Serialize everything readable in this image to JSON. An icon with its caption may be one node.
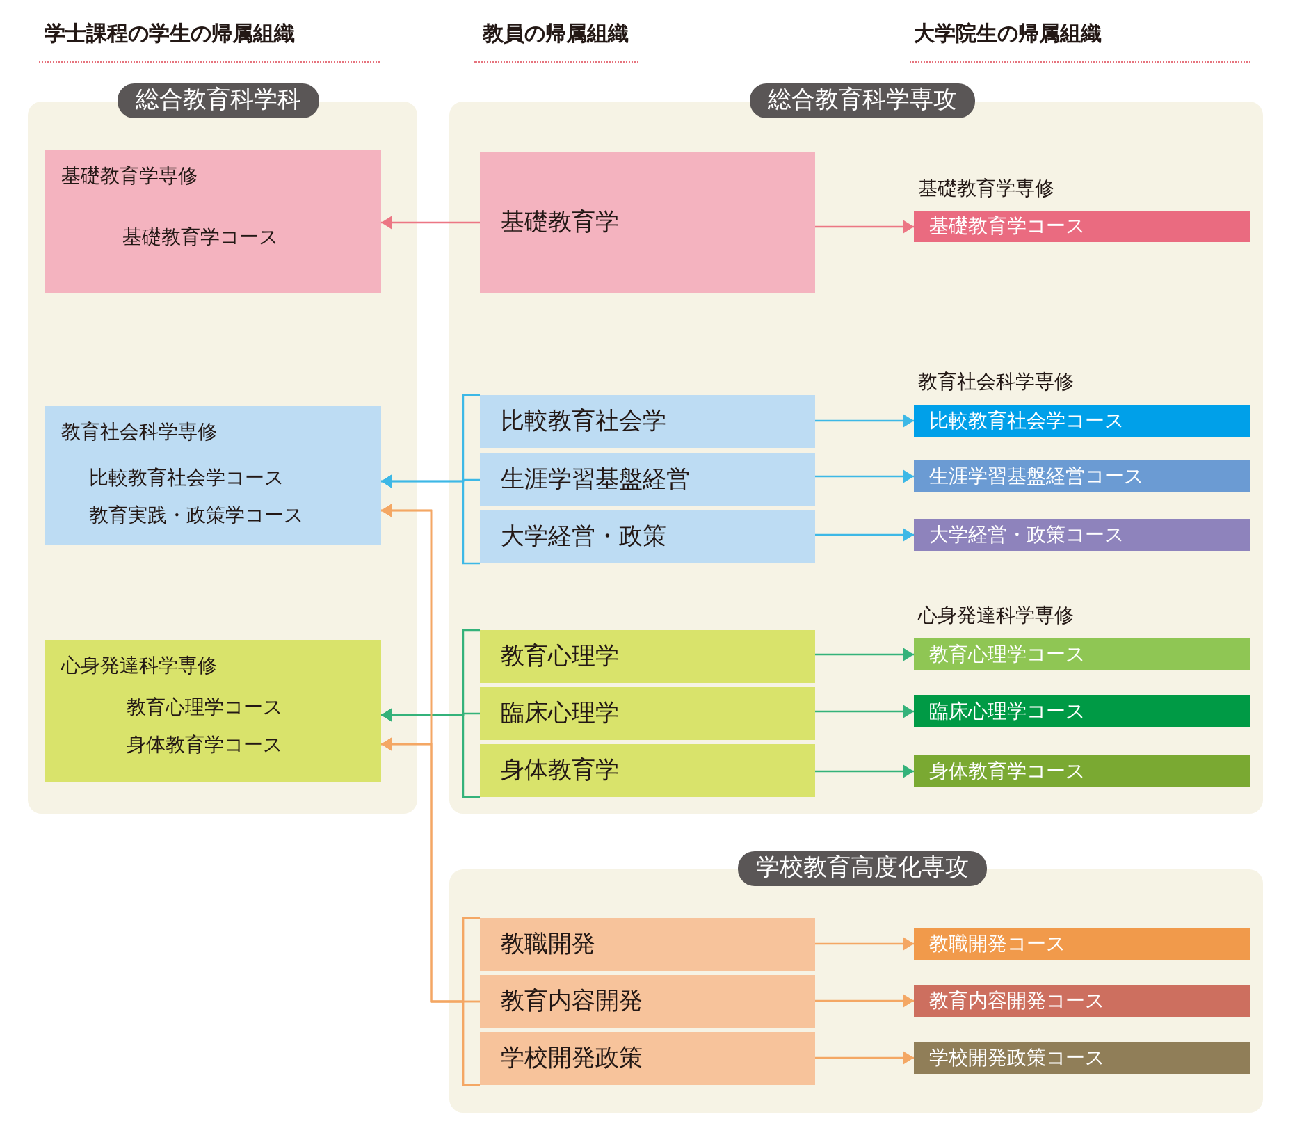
{
  "diagram": {
    "nodes": [
      {
        "text": [
          "総合教育科学科"
        ]
      },
      {
        "text": [
          "基礎教育学専修",
          "基礎教育学コース"
        ],
        "in": 0
      },
      {
        "text": [
          "教育社会科学専修",
          "比較教育社会学コース",
          "教育実践・政策学コース"
        ],
        "in": 0
      },
      {
        "text": [
          "心身発達科学専修",
          "教育心理学コース",
          "身体教育学コース"
        ],
        "in": 0
      },
      {
        "text": [
          "総合教育科学専攻"
        ]
      },
      {
        "text": [
          "基礎教育学"
        ],
        "in": 4
      },
      {
        "text": [
          "基礎教育学コース"
        ],
        "in": 4,
        "beside": [
          "基礎教育学専修"
        ]
      },
      {
        "text": [
          "比較教育社会学"
        ],
        "in": 4
      },
      {
        "text": [
          "生涯学習基盤経営"
        ],
        "in": 4
      },
      {
        "text": [
          "大学経営・政策"
        ],
        "in": 4
      },
      {
        "text": [
          "比較教育社会学コース"
        ],
        "in": 4,
        "beside": [
          "教育社会科学専修"
        ]
      },
      {
        "text": [
          "生涯学習基盤経営コース"
        ],
        "in": 4
      },
      {
        "text": [
          "大学経営・政策コース"
        ],
        "in": 4
      },
      {
        "text": [
          "教育心理学"
        ],
        "in": 4
      },
      {
        "text": [
          "臨床心理学"
        ],
        "in": 4
      },
      {
        "text": [
          "身体教育学"
        ],
        "in": 4
      },
      {
        "text": [
          "教育心理学コース"
        ],
        "in": 4,
        "beside": [
          "心身発達科学専修"
        ]
      },
      {
        "text": [
          "臨床心理学コース"
        ],
        "in": 4
      },
      {
        "text": [
          "身体教育学コース"
        ],
        "in": 4
      },
      {
        "text": [
          "学校教育高度化専攻"
        ]
      },
      {
        "text": [
          "教職開発"
        ],
        "in": 19
      },
      {
        "text": [
          "教育内容開発"
        ],
        "in": 19
      },
      {
        "text": [
          "学校開発政策"
        ],
        "in": 19
      },
      {
        "text": [
          "教職開発コース"
        ],
        "in": 19
      },
      {
        "text": [
          "教育内容開発コース"
        ],
        "in": 19
      },
      {
        "text": [
          "学校開発政策コース"
        ],
        "in": 19
      }
    ],
    "edges": [
      {
        "from": 5,
        "to": 1,
        "arrow": "to",
        "color": "#ec7684"
      },
      {
        "from": 5,
        "to": 6,
        "arrow": "to",
        "color": "#ec7684"
      },
      {
        "from": 7,
        "to": 2,
        "arrow": "to",
        "color": "#3db8e6"
      },
      {
        "from": 8,
        "to": 2,
        "arrow": "to",
        "color": "#3db8e6"
      },
      {
        "from": 9,
        "to": 2,
        "arrow": "to",
        "color": "#3db8e6"
      },
      {
        "from": 7,
        "to": 10,
        "arrow": "to",
        "color": "#3db8e6"
      },
      {
        "from": 8,
        "to": 11,
        "arrow": "to",
        "color": "#3db8e6"
      },
      {
        "from": 9,
        "to": 12,
        "arrow": "to",
        "color": "#3db8e6"
      },
      {
        "from": 13,
        "to": 3,
        "arrow": "to",
        "color": "#34b27a"
      },
      {
        "from": 14,
        "to": 3,
        "arrow": "to",
        "color": "#34b27a"
      },
      {
        "from": 15,
        "to": 3,
        "arrow": "to",
        "color": "#34b27a"
      },
      {
        "from": 13,
        "to": 16,
        "arrow": "to",
        "color": "#34b27a"
      },
      {
        "from": 14,
        "to": 17,
        "arrow": "to",
        "color": "#34b27a"
      },
      {
        "from": 15,
        "to": 18,
        "arrow": "to",
        "color": "#34b27a"
      },
      {
        "from": 20,
        "to": 2,
        "arrow": "to"
      },
      {
        "from": 21,
        "to": 2,
        "arrow": "to"
      },
      {
        "from": 22,
        "to": 2,
        "arrow": "to"
      },
      {
        "from": 20,
        "to": 3,
        "arrow": "to"
      },
      {
        "from": 21,
        "to": 3,
        "arrow": "to"
      },
      {
        "from": 22,
        "to": 3,
        "arrow": "to"
      },
      {
        "from": 20,
        "to": 23,
        "arrow": "to"
      },
      {
        "from": 21,
        "to": 24,
        "arrow": "to"
      },
      {
        "from": 22,
        "to": 25,
        "arrow": "to"
      }
    ],
    "labels": [
      "学士課程の学生の帰属組織",
      "教員の帰属組織",
      "大学院生の帰属組織"
    ]
  }
}
